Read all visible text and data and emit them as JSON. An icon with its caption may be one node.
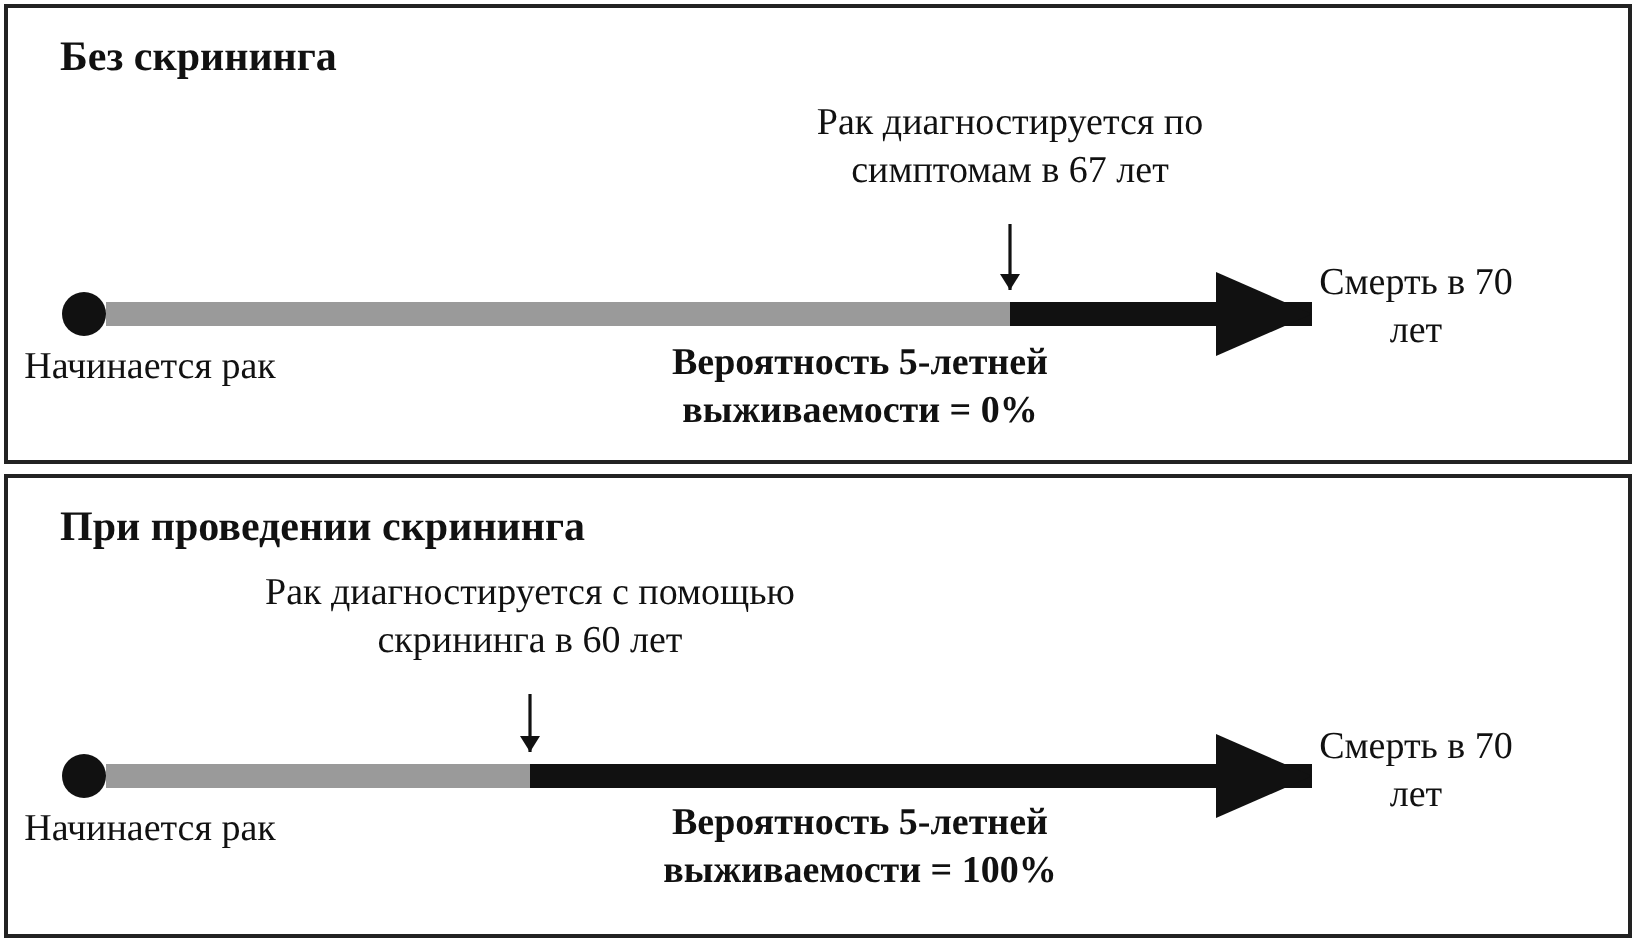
{
  "diagram": {
    "nodes": [
      {
        "text": [
          "Без скрининга"
        ]
      },
      {
        "text": [],
        "shape": "circle",
        "in": 0,
        "beside": [
          "Начинается рак"
        ]
      },
      {
        "text": [
          "Рак диагностируется по симптомам в 67 лет"
        ],
        "in": 0
      },
      {
        "text": [
          "Смерть в 70 лет"
        ],
        "in": 0
      },
      {
        "text": [
          "При проведении скрининга"
        ]
      },
      {
        "text": [],
        "shape": "circle",
        "in": 4,
        "beside": [
          "Начинается рак"
        ]
      },
      {
        "text": [
          "Рак диагностируется с помощью скрининга в 60 лет"
        ],
        "in": 4
      },
      {
        "text": [
          "Смерть в 70 лет"
        ],
        "in": 4
      }
    ],
    "edges": [
      {
        "from": 1,
        "to": 3,
        "arrow": "to",
        "style": "thick"
      },
      {
        "from": 2,
        "to": null,
        "arrow": "to"
      },
      {
        "from": 5,
        "to": 7,
        "arrow": "to",
        "style": "thick"
      },
      {
        "from": 6,
        "to": null,
        "arrow": "to"
      }
    ],
    "labels": [
      "Вероятность 5-летней выживаемости = 0%",
      "Вероятность 5-летней выживаемости = 100%"
    ]
  }
}
